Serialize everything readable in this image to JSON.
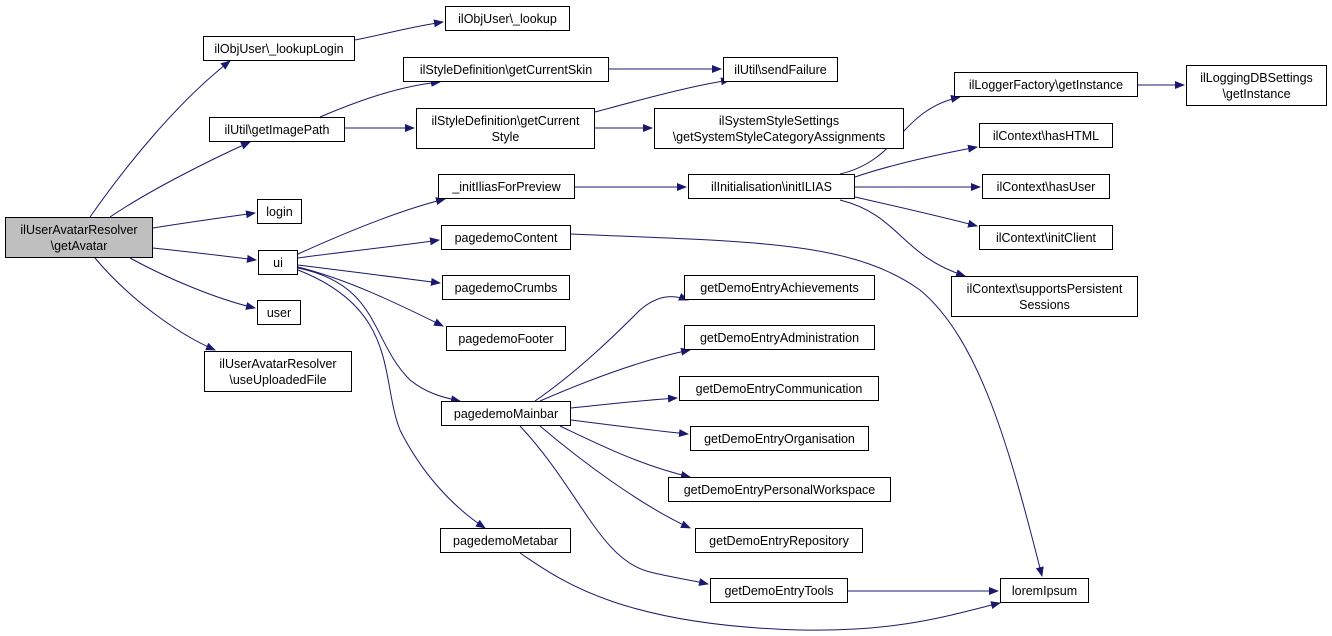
{
  "colors": {
    "edge": "#191970",
    "root_fill": "#bfbfbf",
    "node_fill": "#ffffff",
    "node_border": "#000000"
  },
  "nodes": {
    "root": "ilUserAvatarResolver\n\\getAvatar",
    "lookupLogin": "ilObjUser\\_lookupLogin",
    "lookup": "ilObjUser\\_lookup",
    "getCurrentSkin": "ilStyleDefinition\\getCurrentSkin",
    "sendFailure": "ilUtil\\sendFailure",
    "getImagePath": "ilUtil\\getImagePath",
    "getCurrentStyle": "ilStyleDefinition\\getCurrent\nStyle",
    "systemStyle": "ilSystemStyleSettings\n\\getSystemStyleCategoryAssignments",
    "loggerFactory": "ilLoggerFactory\\getInstance",
    "loggingDB": "ilLoggingDBSettings\n\\getInstance",
    "login": "login",
    "initIlias": "_initIliasForPreview",
    "initILIAS": "ilInitialisation\\initILIAS",
    "hasHTML": "ilContext\\hasHTML",
    "hasUser": "ilContext\\hasUser",
    "initClient": "ilContext\\initClient",
    "supportsPersistent": "ilContext\\supportsPersistent\nSessions",
    "ui": "ui",
    "pagedemoContent": "pagedemoContent",
    "pagedemoCrumbs": "pagedemoCrumbs",
    "pagedemoFooter": "pagedemoFooter",
    "user": "user",
    "useUploadedFile": "ilUserAvatarResolver\n\\useUploadedFile",
    "pagedemoMainbar": "pagedemoMainbar",
    "achievements": "getDemoEntryAchievements",
    "administration": "getDemoEntryAdministration",
    "communication": "getDemoEntryCommunication",
    "organisation": "getDemoEntryOrganisation",
    "personalWorkspace": "getDemoEntryPersonalWorkspace",
    "repository": "getDemoEntryRepository",
    "tools": "getDemoEntryTools",
    "pagedemoMetabar": "pagedemoMetabar",
    "loremIpsum": "loremIpsum"
  }
}
